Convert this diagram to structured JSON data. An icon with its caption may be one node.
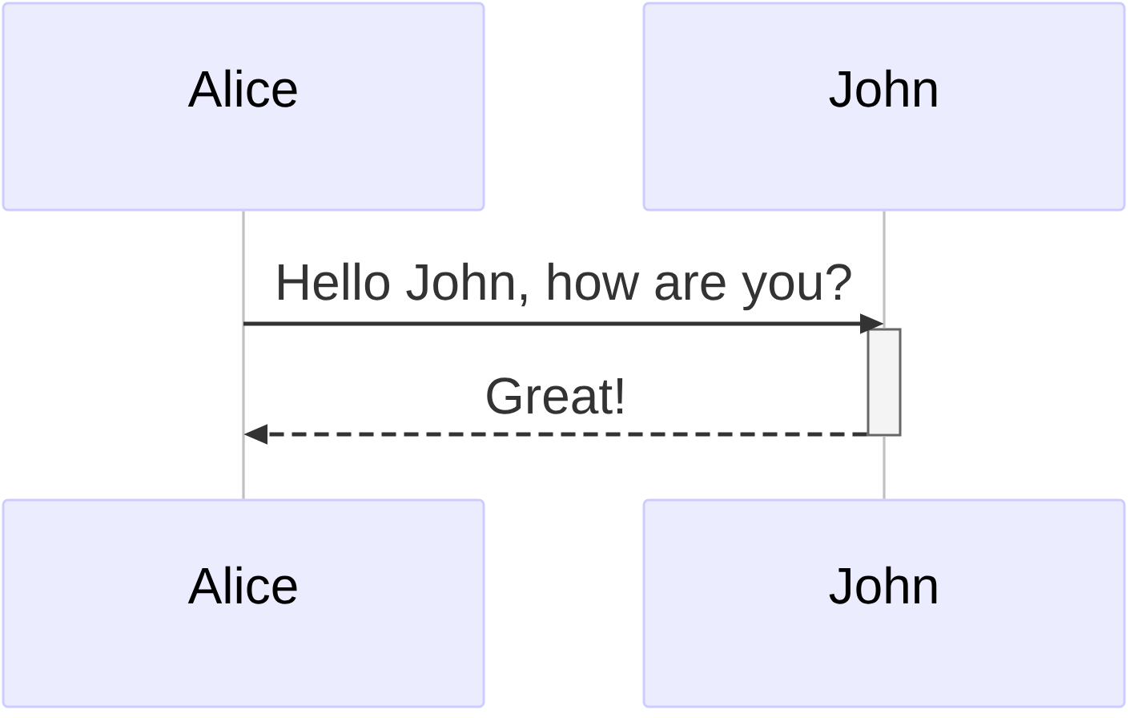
{
  "diagram": {
    "nodes": [
      {
        "text": [
          "Alice"
        ]
      },
      {
        "text": [
          "John"
        ]
      },
      {
        "text": [
          "Alice"
        ]
      },
      {
        "text": [
          "John"
        ]
      },
      {
        "text": [],
        "shape": "bar"
      }
    ],
    "edges": [
      {
        "from": 0,
        "to": 2,
        "arrow": "none",
        "color": "#c0c0c0"
      },
      {
        "from": 1,
        "to": 4,
        "arrow": "none",
        "color": "#c0c0c0"
      },
      {
        "from": 4,
        "to": 3,
        "arrow": "none",
        "color": "#c0c0c0"
      },
      {
        "from": null,
        "to": 4,
        "arrow": "to",
        "label": "Hello John, how are you?",
        "color": "#333333"
      },
      {
        "from": 4,
        "to": null,
        "arrow": "to",
        "label": "Great!",
        "style": "dashed",
        "color": "#333333"
      }
    ]
  }
}
